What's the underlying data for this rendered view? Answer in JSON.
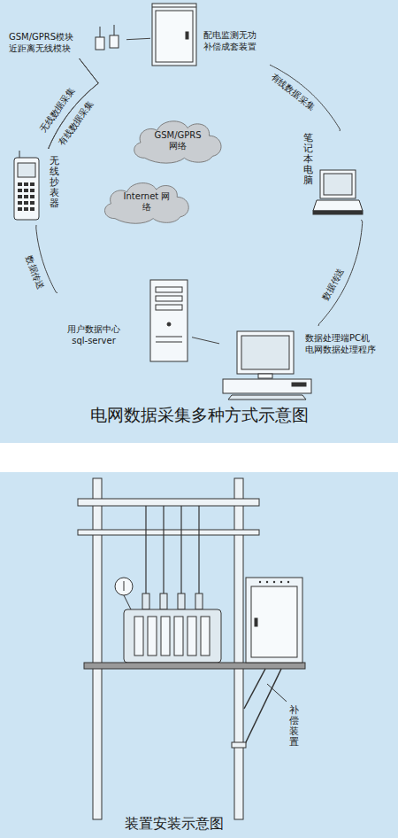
{
  "diagram": {
    "title": "电网数据采集多种方式示意图",
    "caption": "装置安装示意图",
    "nodes": [
      {
        "text": [
          "GSM/GPRS模块 近距离无线模块"
        ]
      },
      {
        "text": [
          "配电监测无功 补偿成套装置"
        ]
      },
      {
        "text": [
          "GSM/GPRS 网络"
        ]
      },
      {
        "text": [
          "Internet 网络"
        ]
      },
      {
        "text": [
          "无线抄表器"
        ]
      },
      {
        "text": [
          "笔记本电脑"
        ]
      },
      {
        "text": [
          "用户数据中心 sql-server"
        ]
      },
      {
        "text": [
          "数据处理端PC机 电网数据处理程序"
        ]
      }
    ],
    "edges": [
      {
        "from": 0,
        "to": 1,
        "arrow": "none"
      },
      {
        "from": 1,
        "to": 5,
        "label": "有线数据采集",
        "arrow": "none"
      },
      {
        "from": 0,
        "to": 4,
        "label": "无线数据采集",
        "arrow": "none"
      },
      {
        "from": 0,
        "to": 4,
        "label": "有线数据采集",
        "arrow": "none"
      },
      {
        "from": 4,
        "to": 6,
        "label": "数据传送",
        "arrow": "none"
      },
      {
        "from": 5,
        "to": 7,
        "label": "数据传送",
        "arrow": "none"
      },
      {
        "from": 6,
        "to": 7,
        "arrow": "none"
      }
    ],
    "labels": [
      "补偿装置"
    ]
  }
}
